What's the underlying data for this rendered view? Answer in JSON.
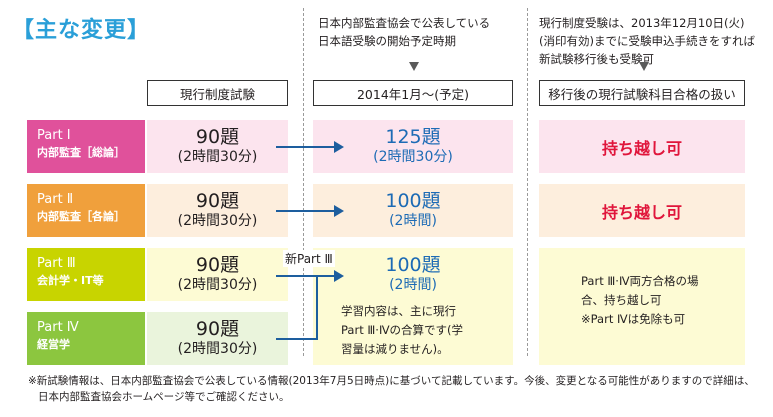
{
  "title": "【主な変更】",
  "note_mid": [
    "日本内部監査協会で公表している",
    "日本語受験の開始予定時期"
  ],
  "note_right": [
    "現行制度受験は、2013年12月10日(火)",
    "(消印有効)までに受験申込手続きをすれば",
    "新試験移行後も受験可"
  ],
  "headers": {
    "current": "現行制度試験",
    "new": "2014年1月〜(予定)",
    "credit": "移行後の現行試験科目合格の扱い"
  },
  "parts": [
    {
      "name": "Part Ⅰ",
      "sub": "内部監査［総論］",
      "color": "#e0519b",
      "bg": "#fce4ee"
    },
    {
      "name": "Part Ⅱ",
      "sub": "内部監査［各論］",
      "color": "#f0a03c",
      "bg": "#fdeedd"
    },
    {
      "name": "Part Ⅲ",
      "sub": "会計学・IT等",
      "color": "#c8d400",
      "bg": "#fdfbd4"
    },
    {
      "name": "Part Ⅳ",
      "sub": "経営学",
      "color": "#8cc63f",
      "bg": "#eaf4dc"
    }
  ],
  "current_cells": [
    {
      "main": "90題",
      "sub": "(2時間30分)"
    },
    {
      "main": "90題",
      "sub": "(2時間30分)"
    },
    {
      "main": "90題",
      "sub": "(2時間30分)"
    },
    {
      "main": "90題",
      "sub": "(2時間30分)"
    }
  ],
  "new_cells": [
    {
      "main": "125題",
      "sub": "(2時間30分)"
    },
    {
      "main": "100題",
      "sub": "(2時間)"
    },
    {
      "main": "100題",
      "sub": "(2時間)"
    }
  ],
  "new_part3_label": "新Part Ⅲ",
  "new_part3_note": [
    "学習内容は、主に現行",
    "Part Ⅲ·Ⅳの合算です(学",
    "習量は減りません)。"
  ],
  "credit_cells": [
    "持ち越し可",
    "持ち越し可"
  ],
  "credit_combined": [
    "Part Ⅲ·Ⅳ両方合格の場",
    "合、持ち越し可",
    "※Part Ⅳは免除も可"
  ],
  "footnote": [
    "※新試験情報は、日本内部監査協会で公表している情報(2013年7月5日時点)に基づいて記載しています。今後、変更となる可能性がありますので詳細は、",
    "日本内部監査協会ホームページ等でご確認ください。"
  ],
  "colors": {
    "accent": "#2a9fd8",
    "arrow": "#1d5e9e",
    "new_text": "#1d6bb5",
    "credit_text": "#e0153b"
  }
}
